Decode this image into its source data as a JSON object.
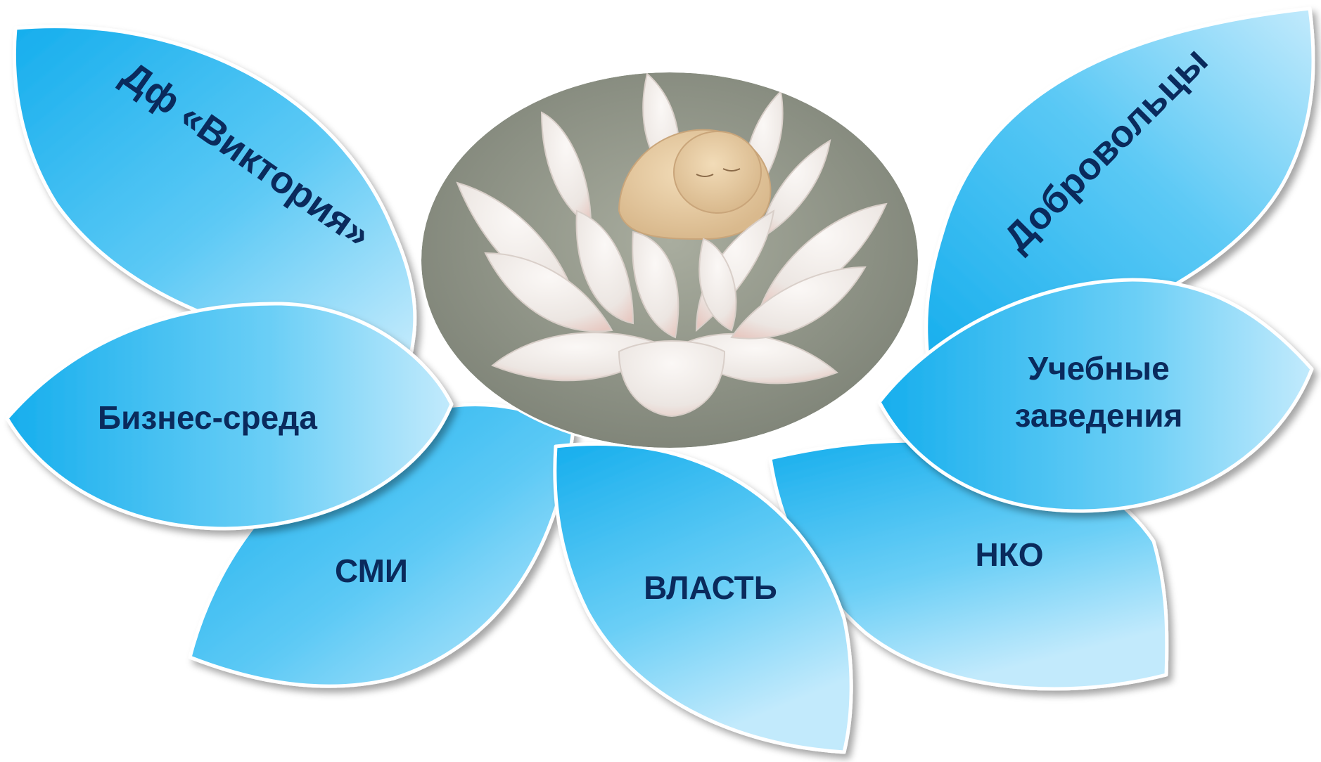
{
  "petals": {
    "df_victoria": "Дф «Виктория»",
    "volunteers": "Добровольцы",
    "business": "Бизнес-среда",
    "education_line1": "Учебные",
    "education_line2": "заведения",
    "media": "СМИ",
    "government": "ВЛАСТЬ",
    "nko": "НКО"
  },
  "center_image": {
    "icon": "baby-in-lotus-flower"
  },
  "colors": {
    "petal_dark": "#1ab2ee",
    "petal_light": "#b8e6fb",
    "label_text": "#0a2a5c",
    "center_background": "#8f9587"
  }
}
